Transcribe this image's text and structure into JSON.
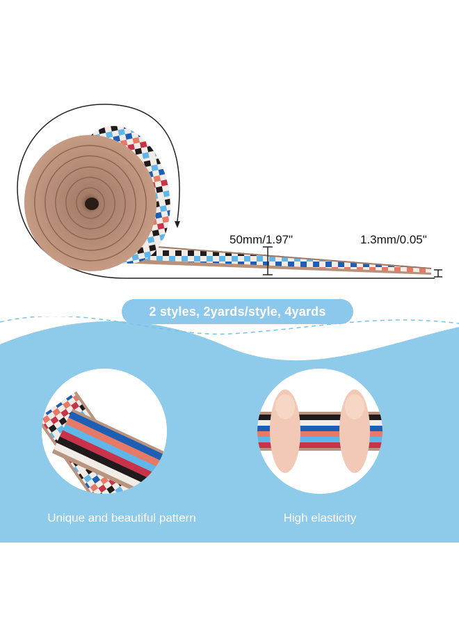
{
  "dimensions": {
    "width_label": "50mm/1.97\"",
    "thickness_label": "1.3mm/0.05\""
  },
  "banner": {
    "text": "2 styles, 2yards/style, 4yards"
  },
  "features": [
    {
      "caption": "Unique and beautiful pattern"
    },
    {
      "caption": "High elasticity"
    }
  ],
  "colors": {
    "band_tan": "#b08470",
    "band_dark": "#1f1a1c",
    "band_blue": "#1d5fb5",
    "band_light_blue": "#5fb6e8",
    "band_coral": "#e77a66",
    "band_red": "#c8334a",
    "band_white": "#f2ede8",
    "background_blue": "#8ecae9",
    "pill_blue": "#8cc8ec"
  }
}
